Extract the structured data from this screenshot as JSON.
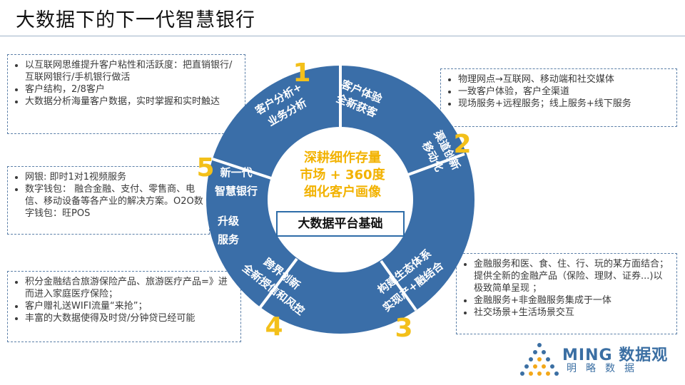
{
  "title": "大数据下的下一代智慧银行",
  "ring": {
    "center_lines": [
      "深耕细作存量",
      "市场 + 360度",
      "细化客户画像"
    ],
    "platform": "大数据平台基础",
    "segments": [
      {
        "num": "1",
        "lines": [
          "客户体验",
          "全新获客"
        ]
      },
      {
        "num": "2",
        "lines": [
          "渠道创新",
          "移动化"
        ]
      },
      {
        "num": "3",
        "lines": [
          "构建生态体系",
          "实现产+融结合"
        ]
      },
      {
        "num": "4",
        "lines": [
          "跨界创新",
          "全新授信和风控"
        ]
      },
      {
        "num": "5",
        "lines": [
          "新一代",
          "智慧银行"
        ]
      }
    ],
    "extra_lines": [
      [
        "客户分析+",
        "业务分析"
      ],
      [
        "升级",
        "服务"
      ]
    ]
  },
  "boxes": {
    "top_left": [
      "以互联网思维提升客户粘性和活跃度：把直销银行/互联网银行/手机银行做活",
      "客户结构，2/8客户",
      "大数据分析海量客户数据，实时掌握和实时触达"
    ],
    "mid_left": [
      "网银: 即时1对1视频服务",
      "数字钱包： 融合金融、支付、零售商、电信、移动设备等各产业的解决方案。O2O数字钱包：旺POS"
    ],
    "bottom_left": [
      "积分金融结合旅游保险产品、旅游医疗产品=》进而进入家庭医疗保险；",
      "客户赠礼送WIFI流量“来抢”；",
      "丰富的大数据使得及时贷/分钟贷已经可能"
    ],
    "top_right": [
      "物理网点→互联网、移动端和社交媒体",
      "一致客户体验，客户全渠道",
      "现场服务+远程服务；线上服务+线下服务"
    ],
    "bottom_right": [
      "金融服务和医、食、住、行、玩的某方面结合；提供全新的金融产品（保险、理财、证券...)以极致简单呈现 ；",
      "金融服务+非金融服务集成于一体",
      "社交场景+生活场景交互"
    ]
  },
  "logo": {
    "top": "MING 数据观",
    "bottom": "明略数据"
  },
  "colors": {
    "ring": "#3a6ea8",
    "number": "#f3c01a",
    "accent_text": "#f2b200",
    "box_border": "#5b7fa8"
  }
}
